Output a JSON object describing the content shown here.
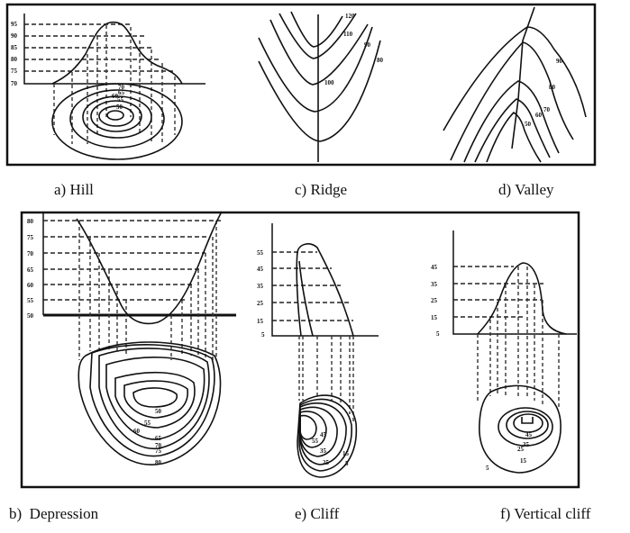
{
  "captions": {
    "hill": "a) Hill",
    "ridge": "c) Ridge",
    "valley": "d) Valley",
    "depression": "b)  Depression",
    "cliff": "e) Cliff",
    "vertical_cliff": "f) Vertical cliff"
  },
  "hill": {
    "axis_ticks": [
      "95",
      "90",
      "85",
      "80",
      "75",
      "70"
    ],
    "contour_labels": [
      "70",
      "65",
      "60",
      "55",
      "50"
    ]
  },
  "ridge": {
    "contour_labels": [
      "120",
      "110",
      "90",
      "100",
      "80"
    ]
  },
  "valley": {
    "contour_labels": [
      "90",
      "80",
      "70",
      "60",
      "50"
    ]
  },
  "depression": {
    "axis_ticks": [
      "80",
      "75",
      "70",
      "65",
      "60",
      "55",
      "50"
    ],
    "contour_labels": [
      "50",
      "55",
      "60",
      "65",
      "70",
      "75",
      "80"
    ]
  },
  "cliff": {
    "axis_ticks": [
      "55",
      "45",
      "35",
      "25",
      "15",
      "5"
    ],
    "contour_labels": [
      "45",
      "55",
      "35",
      "25",
      "15",
      "5"
    ]
  },
  "vertical_cliff": {
    "axis_ticks": [
      "45",
      "35",
      "25",
      "15",
      "5"
    ],
    "contour_labels": [
      "45",
      "35",
      "25",
      "15",
      "5"
    ]
  }
}
